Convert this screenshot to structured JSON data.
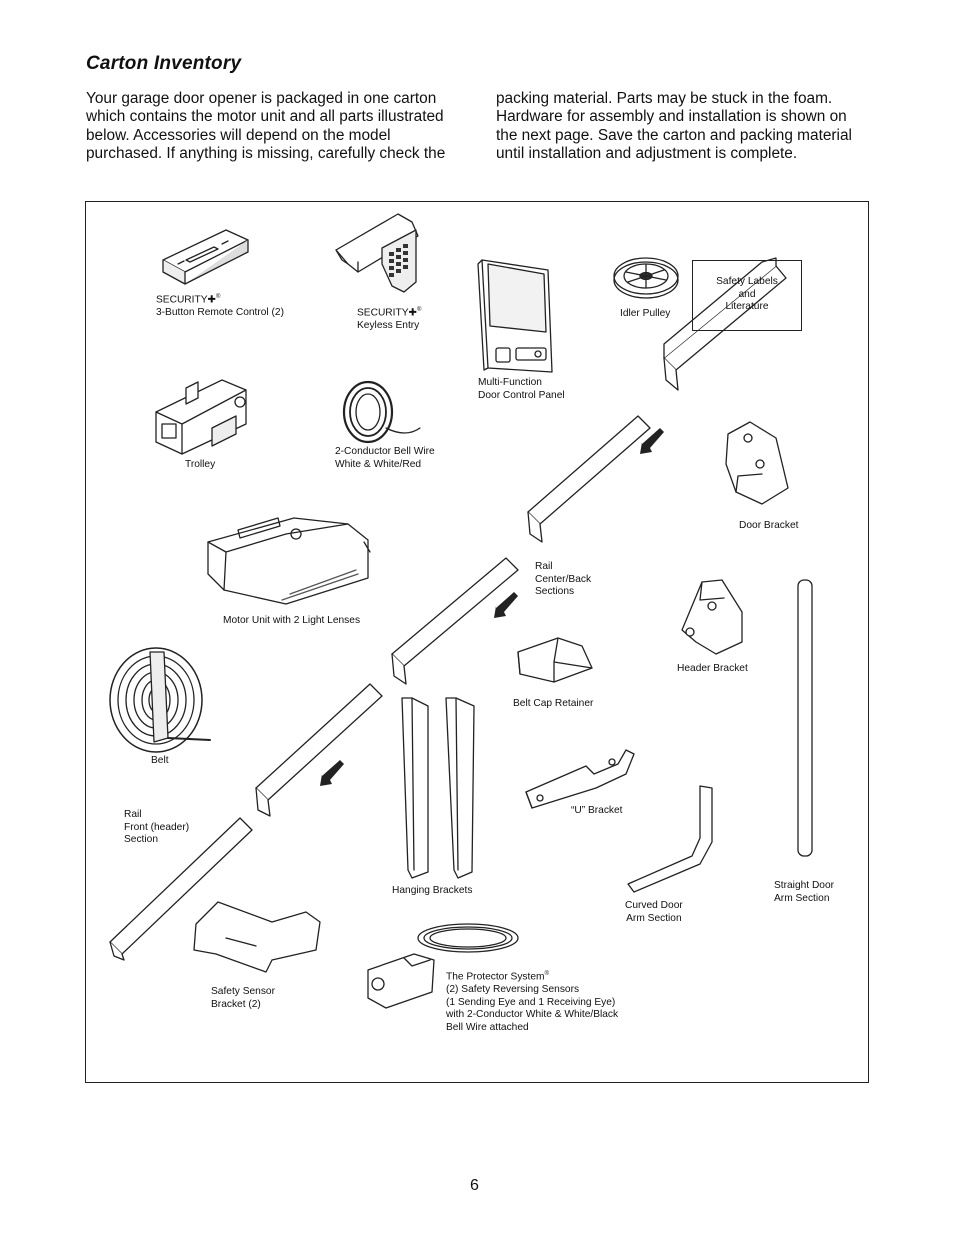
{
  "section_title": "Carton Inventory",
  "intro": {
    "col1": "Your garage door opener is packaged in one carton which contains the motor unit and all parts illustrated below. Accessories will depend on the model purchased. If anything is missing, carefully check the",
    "col2": "packing material. Parts may be stuck in the foam. Hardware for assembly and installation is shown on the next page. Save the carton and packing material until installation and adjustment is complete."
  },
  "parts": {
    "remote": {
      "line1": "SECURITY✚",
      "reg": "®",
      "line2": "3-Button Remote Control  (2)"
    },
    "keyless": {
      "line1": "SECURITY✚",
      "reg": "®",
      "line2": "Keyless Entry"
    },
    "control_panel": "Multi-Function\nDoor Control Panel",
    "idler_pulley": "Idler Pulley",
    "trolley": "Trolley",
    "bell_wire": "2-Conductor Bell Wire\nWhite & White/Red",
    "door_bracket": "Door Bracket",
    "rail_center": "Rail\nCenter/Back\nSections",
    "motor_unit": "Motor Unit with 2 Light Lenses",
    "header_bracket": "Header Bracket",
    "belt_cap": "Belt Cap Retainer",
    "belt": "Belt",
    "u_bracket": "“U” Bracket",
    "rail_front": "Rail\nFront (header)\nSection",
    "hanging_brackets": "Hanging Brackets",
    "curved_arm": "Curved Door\nArm Section",
    "straight_arm": "Straight Door\nArm Section",
    "sensor_bracket": "Safety Sensor\nBracket (2)",
    "protector": {
      "line1": "The Protector System",
      "reg": "®",
      "rest": "(2) Safety Reversing Sensors\n(1 Sending Eye and 1 Receiving Eye)\nwith 2-Conductor White & White/Black\nBell Wire attached"
    },
    "literature": "Safety Labels\nand\nLiterature"
  },
  "page_number": "6"
}
